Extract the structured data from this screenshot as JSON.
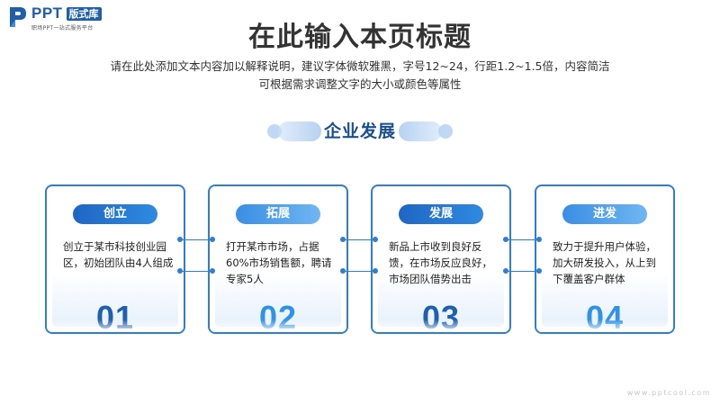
{
  "logo": {
    "name": "PPT",
    "badge": "版式库",
    "tagline": "职场PPT一站式服务平台"
  },
  "header": {
    "title": "在此输入本页标题",
    "subtitle_line1": "请在此处添加文本内容加以解释说明，建议字体微软雅黑，字号12~24，行距1.2~1.5倍，内容简洁",
    "subtitle_line2": "可根据需求调整文字的大小或颜色等属性"
  },
  "section": {
    "title": "企业发展"
  },
  "stages": [
    {
      "label": "创立",
      "text": "创立于某市科技创业园区，初始团队由4人组成",
      "number": "01"
    },
    {
      "label": "拓展",
      "text": "打开某市市场，占据60%市场销售额，聘请专家5人",
      "number": "02"
    },
    {
      "label": "发展",
      "text": "新品上市收到良好反馈，在市场反应良好，市场团队借势出击",
      "number": "03"
    },
    {
      "label": "进发",
      "text": "致力于提升用户体验，加大研发投入，从上到下覆盖客户群体",
      "number": "04"
    }
  ],
  "colors": {
    "accent_dark": "#1e5fb0",
    "accent_light": "#2f92e6",
    "border": "#2f7fd0"
  },
  "watermark": "www.pptcool.com"
}
